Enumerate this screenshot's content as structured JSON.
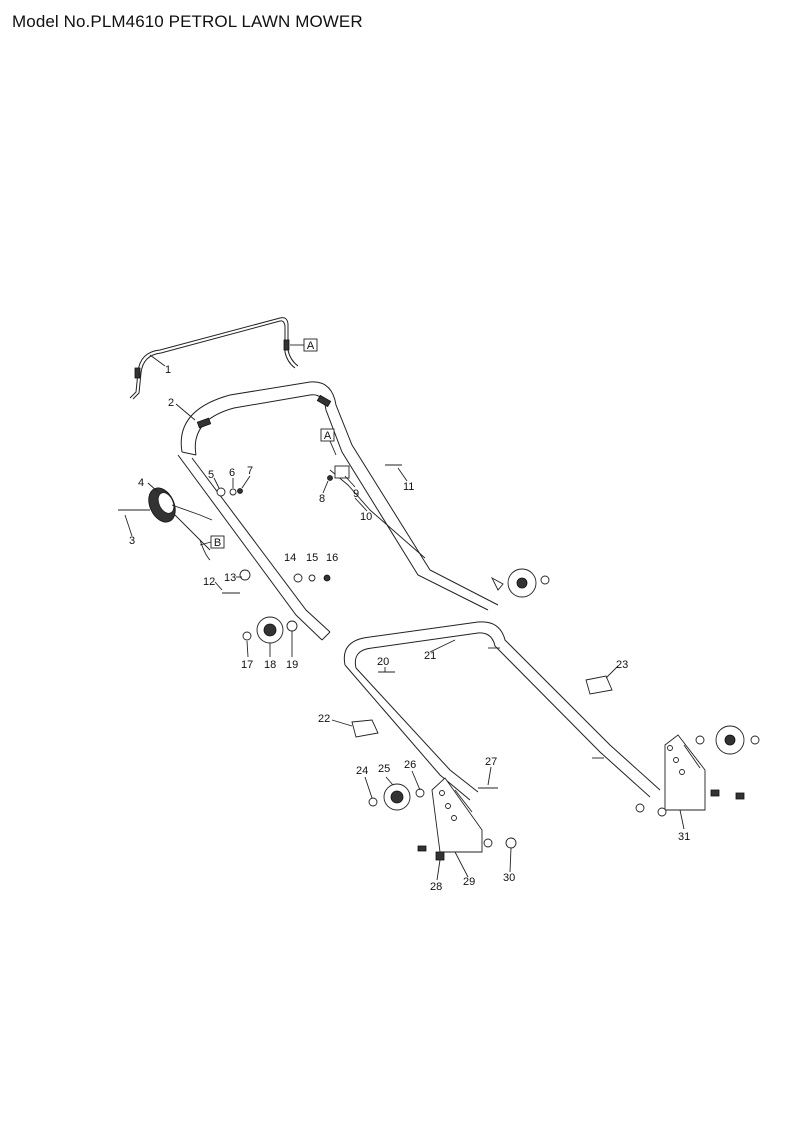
{
  "title": "Model No.PLM4610 PETROL LAWN MOWER",
  "callouts": [
    {
      "num": "1"
    },
    {
      "num": "2"
    },
    {
      "num": "3"
    },
    {
      "num": "4"
    },
    {
      "num": "5"
    },
    {
      "num": "6"
    },
    {
      "num": "7"
    },
    {
      "num": "8"
    },
    {
      "num": "9"
    },
    {
      "num": "10"
    },
    {
      "num": "11"
    },
    {
      "num": "12"
    },
    {
      "num": "13"
    },
    {
      "num": "14"
    },
    {
      "num": "15"
    },
    {
      "num": "16"
    },
    {
      "num": "17"
    },
    {
      "num": "18"
    },
    {
      "num": "19"
    },
    {
      "num": "20"
    },
    {
      "num": "21"
    },
    {
      "num": "22"
    },
    {
      "num": "23"
    },
    {
      "num": "24"
    },
    {
      "num": "25"
    },
    {
      "num": "26"
    },
    {
      "num": "27"
    },
    {
      "num": "28"
    },
    {
      "num": "29"
    },
    {
      "num": "30"
    },
    {
      "num": "31"
    }
  ],
  "reference_marks": [
    {
      "letter": "A"
    },
    {
      "letter": "A"
    },
    {
      "letter": "B"
    }
  ]
}
